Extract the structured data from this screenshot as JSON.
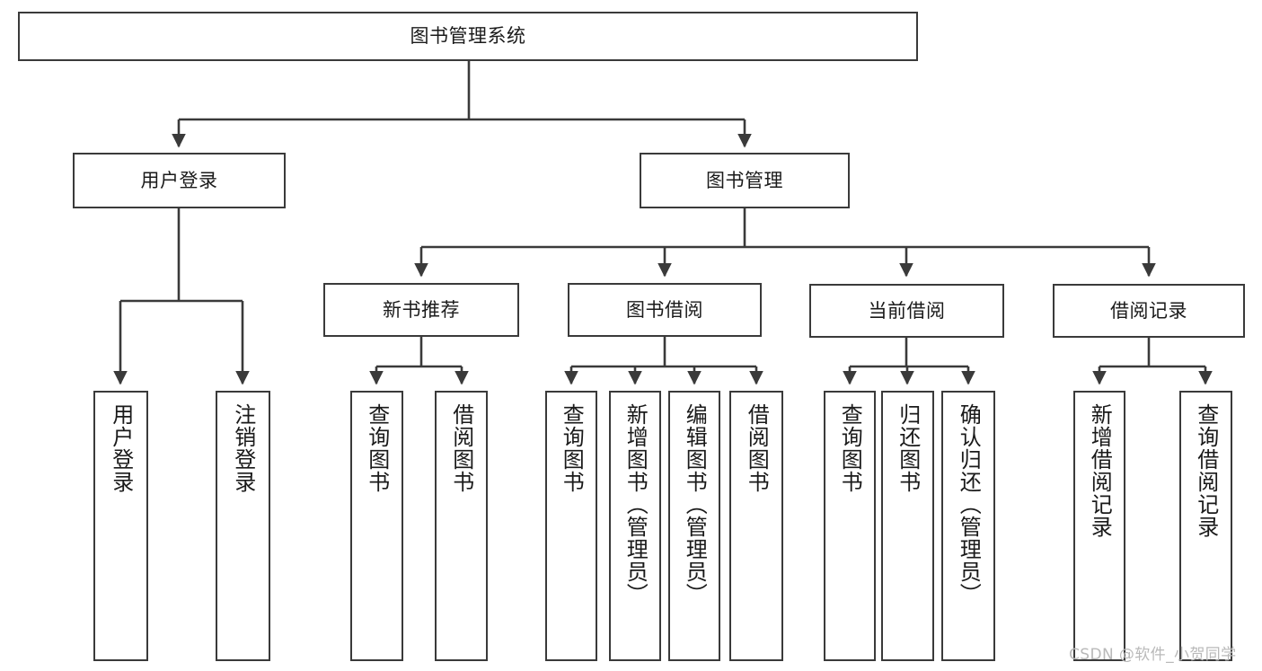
{
  "diagram": {
    "title": "图书管理系统",
    "type": "tree-hierarchy",
    "root": {
      "id": "root",
      "label": "图书管理系统"
    },
    "level2": [
      {
        "id": "user-login",
        "label": "用户登录"
      },
      {
        "id": "book-manage",
        "label": "图书管理"
      }
    ],
    "level3": [
      {
        "id": "new-book-rec",
        "label": "新书推荐",
        "parent": "book-manage"
      },
      {
        "id": "book-borrow",
        "label": "图书借阅",
        "parent": "book-manage"
      },
      {
        "id": "current-borrow",
        "label": "当前借阅",
        "parent": "book-manage"
      },
      {
        "id": "borrow-record",
        "label": "借阅记录",
        "parent": "book-manage"
      }
    ],
    "leaves": {
      "user_login": [
        {
          "id": "leaf-user-login",
          "label": "用户登录"
        },
        {
          "id": "leaf-user-logout",
          "label": "注销登录"
        }
      ],
      "new_book_rec": [
        {
          "id": "leaf-query-book-1",
          "label": "查询图书"
        },
        {
          "id": "leaf-borrow-book-1",
          "label": "借阅图书"
        }
      ],
      "book_borrow": [
        {
          "id": "leaf-query-book-2",
          "label": "查询图书"
        },
        {
          "id": "leaf-add-book",
          "label": "新增图书（管理员）"
        },
        {
          "id": "leaf-edit-book",
          "label": "编辑图书（管理员）"
        },
        {
          "id": "leaf-borrow-book-2",
          "label": "借阅图书"
        }
      ],
      "current_borrow": [
        {
          "id": "leaf-query-book-3",
          "label": "查询图书"
        },
        {
          "id": "leaf-return-book",
          "label": "归还图书"
        },
        {
          "id": "leaf-confirm-return",
          "label": "确认归还（管理员）"
        }
      ],
      "borrow_record": [
        {
          "id": "leaf-add-record",
          "label": "新增借阅记录"
        },
        {
          "id": "leaf-query-record",
          "label": "查询借阅记录"
        }
      ]
    }
  },
  "watermark": {
    "text": "CSDN @软件_小贺同学"
  },
  "colors": {
    "stroke": "#3a3a3a",
    "fill": "#ffffff",
    "text": "#1a1a1a",
    "watermark": "#b9b9b9"
  }
}
